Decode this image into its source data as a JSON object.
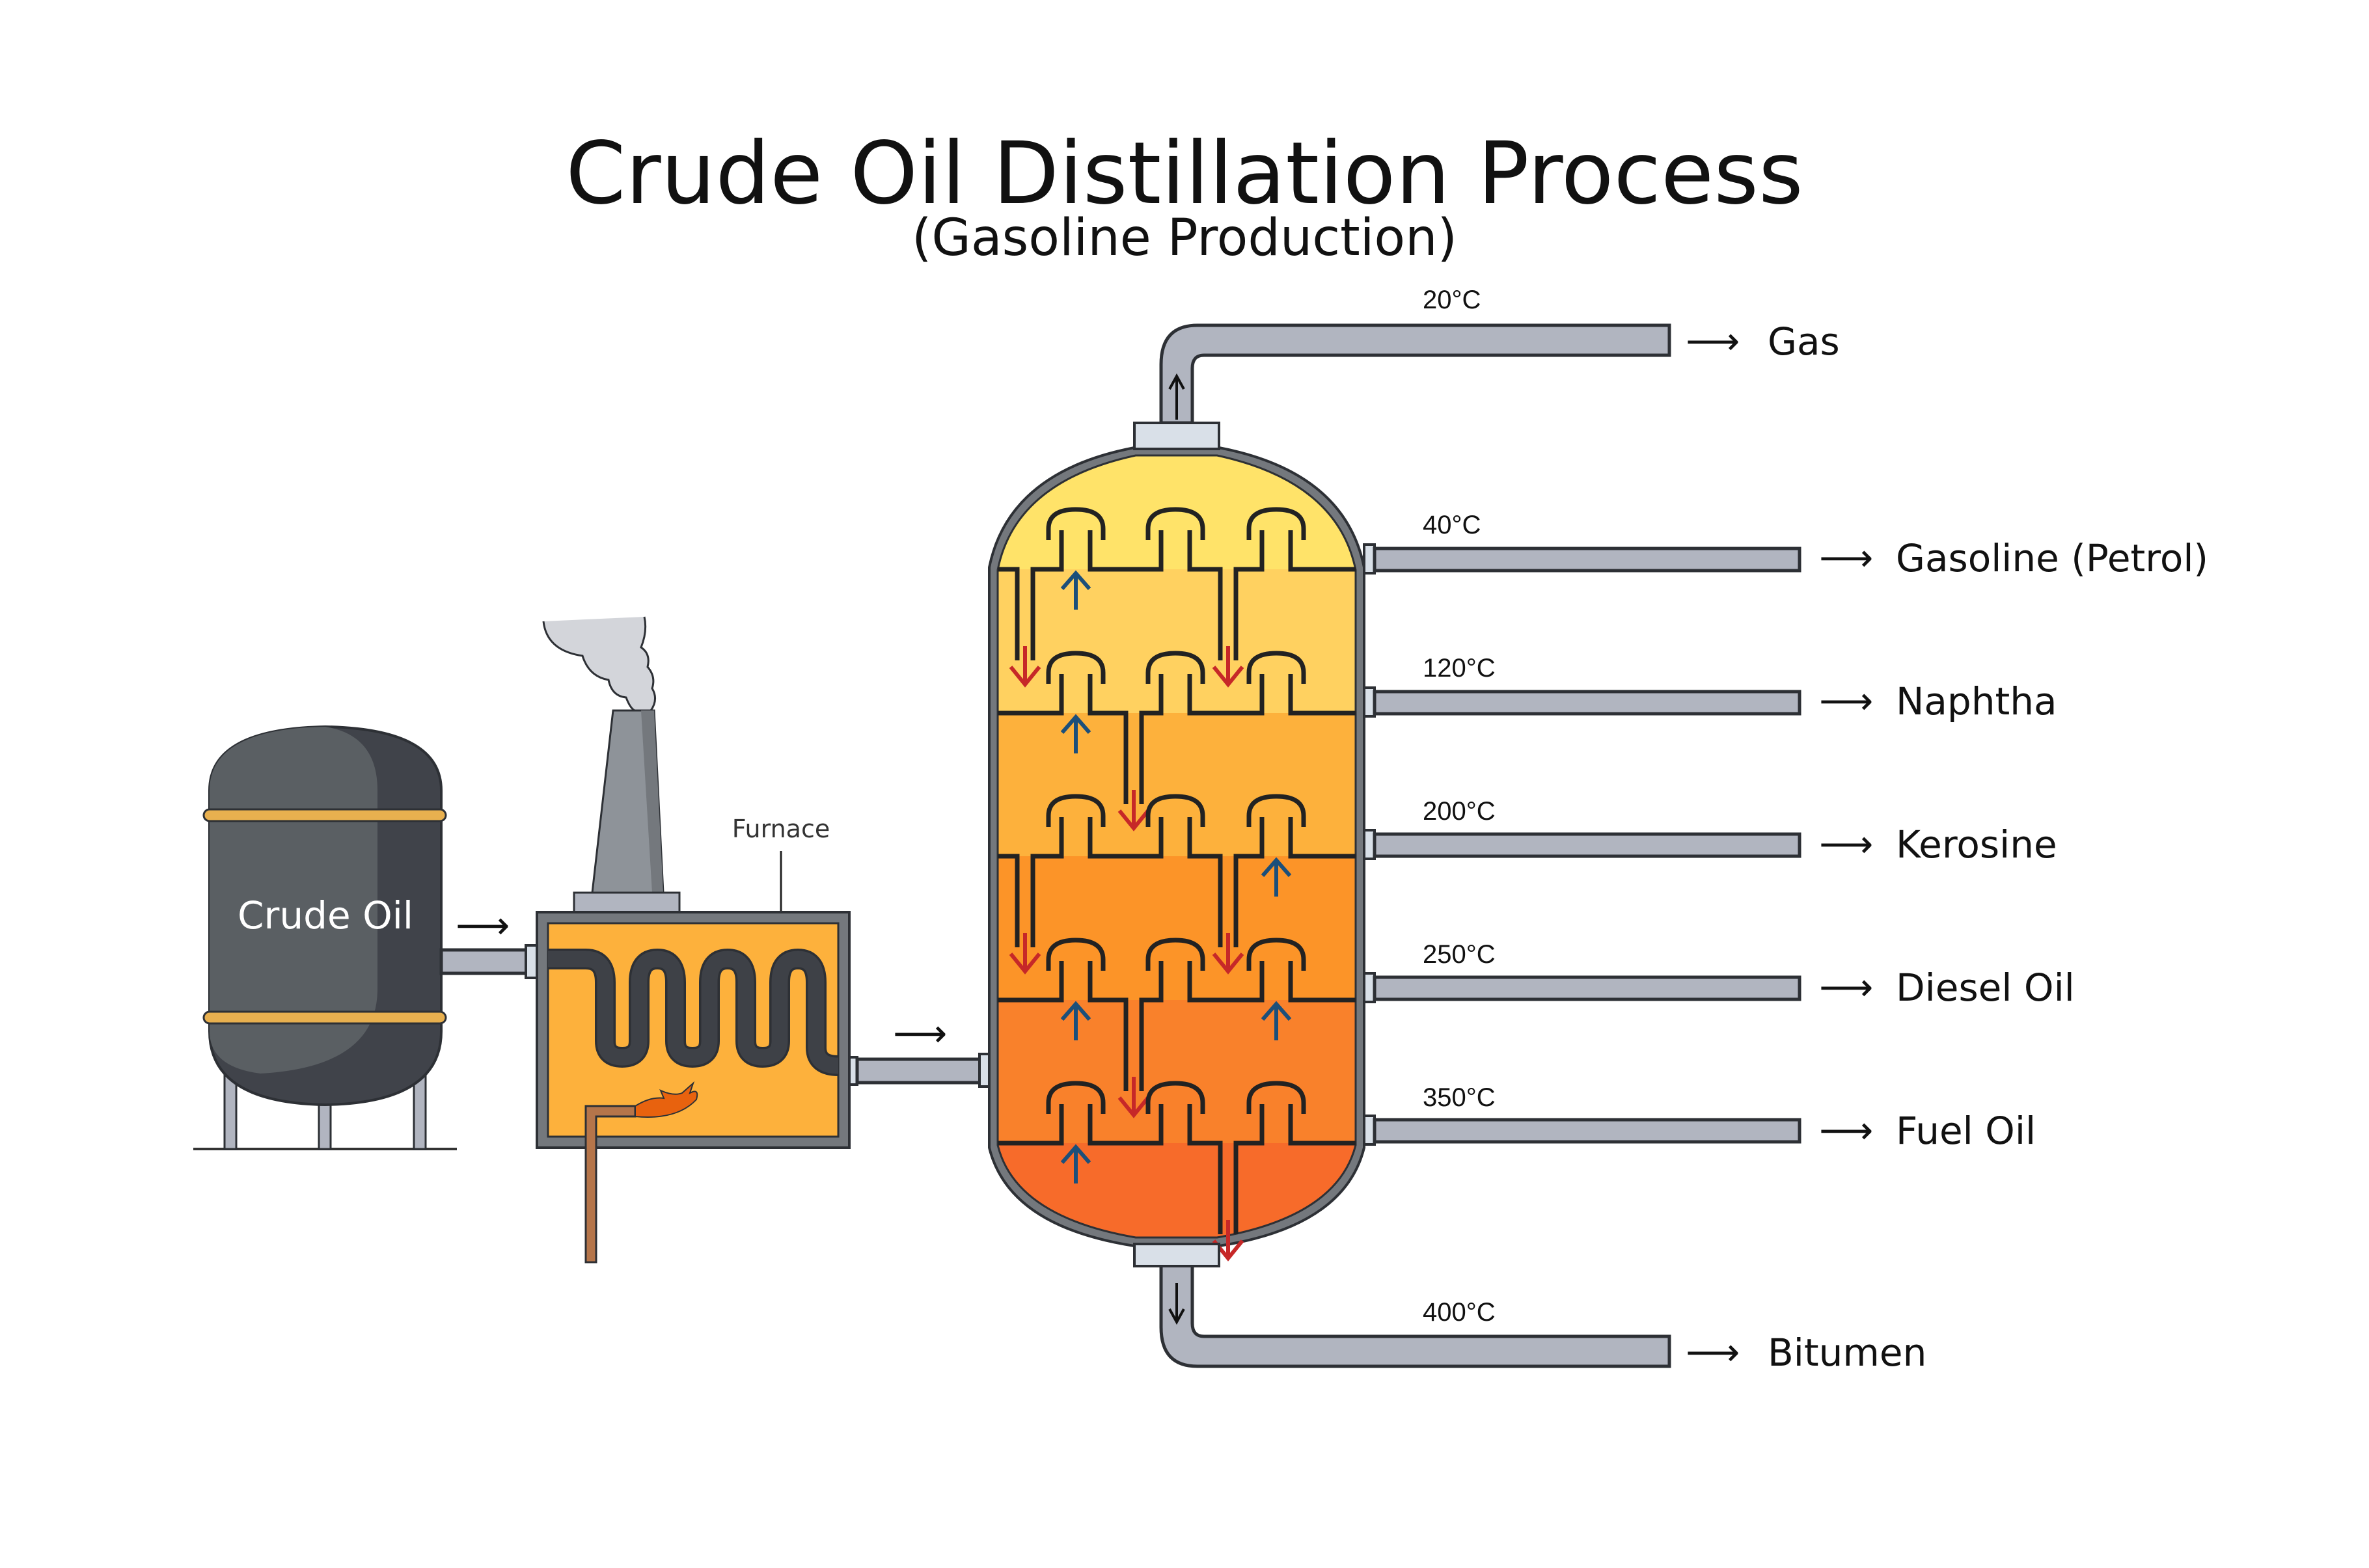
{
  "header": {
    "title": "Crude Oil Distillation Process",
    "subtitle": "(Gasoline Production)"
  },
  "equipment": {
    "tank_label": "Crude Oil",
    "furnace_label": "Furnace",
    "flow_arrow": "⟶"
  },
  "outputs": [
    {
      "temperature": "20°C",
      "product": "Gas"
    },
    {
      "temperature": "40°C",
      "product": "Gasoline (Petrol)"
    },
    {
      "temperature": "120°C",
      "product": "Naphtha"
    },
    {
      "temperature": "200°C",
      "product": "Kerosine"
    },
    {
      "temperature": "250°C",
      "product": "Diesel Oil"
    },
    {
      "temperature": "350°C",
      "product": "Fuel Oil"
    },
    {
      "temperature": "400°C",
      "product": "Bitumen"
    }
  ],
  "colors": {
    "column_bands": [
      "#FFE369",
      "#FFD160",
      "#FDB13C",
      "#FC9428",
      "#F9812B",
      "#F76B2A"
    ],
    "vapor_arrow": "#1C4F7A",
    "liquid_arrow": "#C62828",
    "furnace_fill": "#FDB13C",
    "tank_fill": "#5A5F63",
    "band_fill": "#E8B04F"
  }
}
